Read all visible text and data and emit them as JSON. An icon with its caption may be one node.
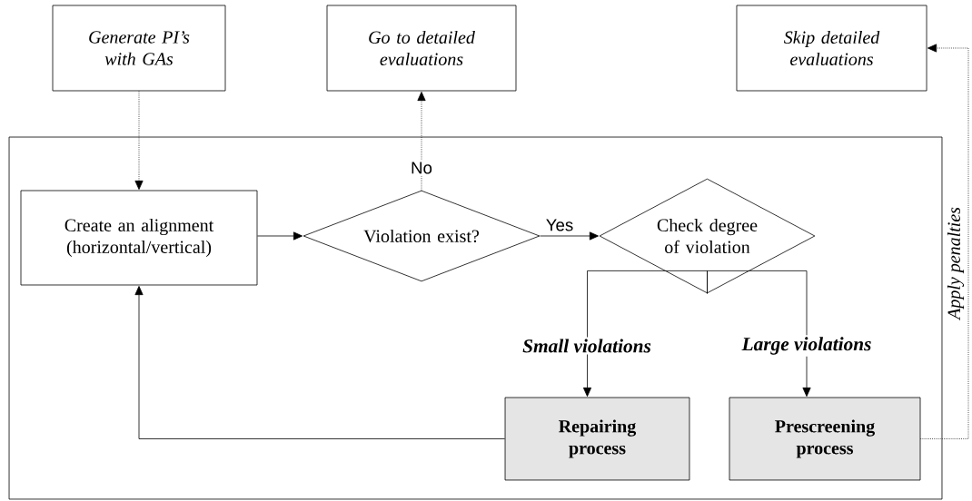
{
  "diagram": {
    "nodes": [
      {
        "text": [
          "Generate PI’s with GAs"
        ]
      },
      {
        "text": [
          "Go to detailed evaluations"
        ]
      },
      {
        "text": [
          "Skip detailed evaluations"
        ]
      },
      {
        "text": [],
        "shape": "box"
      },
      {
        "text": [
          "Create an alignment (horizontal/vertical)"
        ],
        "in": 3
      },
      {
        "text": [
          "Violation exist?"
        ],
        "in": 3
      },
      {
        "text": [
          "Check degree of violation"
        ],
        "in": 3
      },
      {
        "text": [
          "Repairing process"
        ],
        "in": 3
      },
      {
        "text": [
          "Prescreening process"
        ],
        "in": 3
      }
    ],
    "edges": [
      {
        "from": 0,
        "to": 4,
        "arrow": "to",
        "style": "dashed"
      },
      {
        "from": 4,
        "to": 5,
        "arrow": "to"
      },
      {
        "from": 5,
        "to": 1,
        "arrow": "to",
        "label": "No",
        "style": "dashed"
      },
      {
        "from": 5,
        "to": 6,
        "arrow": "to",
        "label": "Yes"
      },
      {
        "from": 6,
        "to": 7,
        "arrow": "to",
        "label": "Small violations"
      },
      {
        "from": 6,
        "to": 8,
        "arrow": "to",
        "label": "Large violations"
      },
      {
        "from": 7,
        "to": 4,
        "arrow": "to"
      },
      {
        "from": 8,
        "to": 2,
        "arrow": "to",
        "label": "Apply penalties",
        "style": "dashed"
      }
    ]
  }
}
